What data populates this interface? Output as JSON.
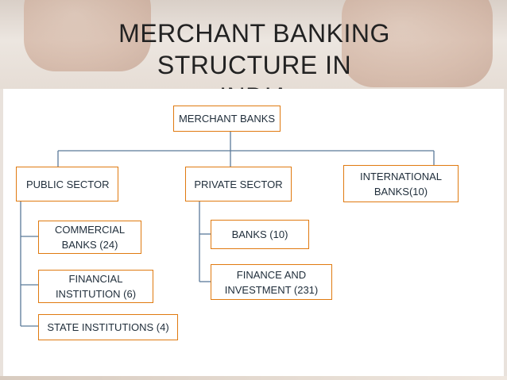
{
  "slide": {
    "title": "MERCHANT BANKING STRUCTURE IN\nINDIA"
  },
  "org_chart": {
    "root": "MERCHANT BANKS",
    "sectors": {
      "public": {
        "label": "PUBLIC SECTOR",
        "children": [
          "COMMERCIAL\nBANKS (24)",
          "FINANCIAL\nINSTITUTION (6)",
          "STATE INSTITUTIONS (4)"
        ]
      },
      "private": {
        "label": "PRIVATE SECTOR",
        "children": [
          "BANKS (10)",
          "FINANCE AND\nINVESTMENT (231)"
        ]
      },
      "international": {
        "label": "INTERNATIONAL\nBANKS(10)"
      }
    }
  },
  "colors": {
    "node_border": "#e07a10",
    "connector": "#5b7a99",
    "text": "#1f2d3a"
  }
}
